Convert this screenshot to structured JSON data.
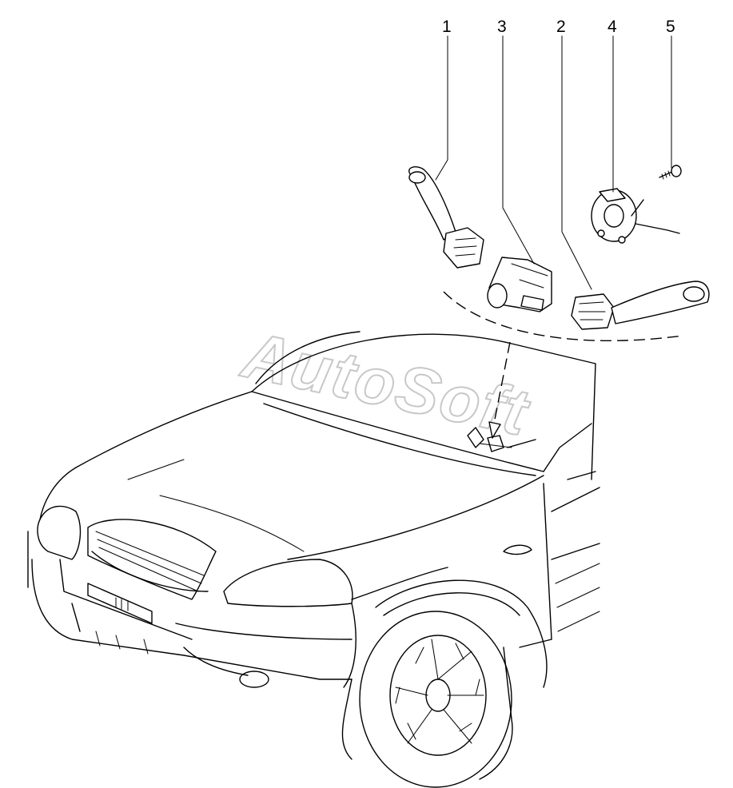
{
  "watermark": "AutoSoft",
  "callouts": [
    {
      "id": "1",
      "label": "1"
    },
    {
      "id": "3",
      "label": "3"
    },
    {
      "id": "2",
      "label": "2"
    },
    {
      "id": "4",
      "label": "4"
    },
    {
      "id": "5",
      "label": "5"
    }
  ],
  "colors": {
    "line": "#000000",
    "background": "#ffffff",
    "watermark": "#c8c8c8"
  }
}
